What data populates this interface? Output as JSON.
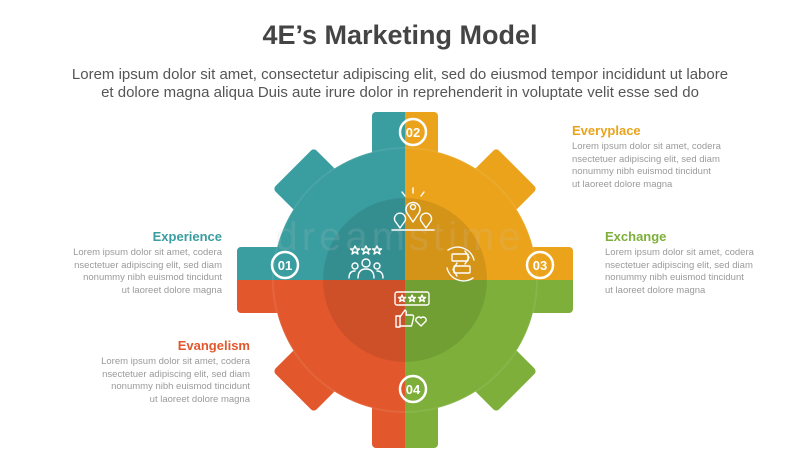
{
  "header": {
    "title": "4E’s Marketing Model",
    "subtitle_line1": "Lorem ipsum dolor sit amet, consectetur adipiscing elit, sed do eiusmod tempor incididunt ut labore",
    "subtitle_line2": "et dolore magna aliqua Duis aute irure dolor in reprehenderit in voluptate velit esse sed do"
  },
  "items": [
    {
      "number": "01",
      "label": "Experience",
      "color": "#3a9d9f",
      "desc": [
        "Lorem ipsum dolor sit amet, codera",
        "nsectetuer adipiscing elit, sed diam",
        "nonummy nibh euismod tincidunt",
        "ut laoreet dolore magna"
      ]
    },
    {
      "number": "02",
      "label": "Everyplace",
      "color": "#eaa31b",
      "desc": [
        "Lorem ipsum dolor sit amet, codera",
        "nsectetuer adipiscing elit, sed diam",
        "nonummy nibh euismod tincidunt",
        "ut laoreet dolore magna"
      ]
    },
    {
      "number": "03",
      "label": "Exchange",
      "color": "#7daf3a",
      "desc": [
        "Lorem ipsum dolor sit amet, codera",
        "nsectetuer adipiscing elit, sed diam",
        "nonummy nibh euismod tincidunt",
        "ut laoreet dolore magna"
      ]
    },
    {
      "number": "04",
      "label": "Evangelism",
      "color": "#e2582c",
      "desc": [
        "Lorem ipsum dolor sit amet, codera",
        "nsectetuer adipiscing elit, sed diam",
        "nonummy nibh euismod tincidunt",
        "ut laoreet dolore magna"
      ]
    }
  ],
  "icons": {
    "experience": "people-rating-icon",
    "everyplace": "location-pins-icon",
    "exchange": "exchange-arrows-icon",
    "evangelism": "thumbs-up-review-icon"
  }
}
